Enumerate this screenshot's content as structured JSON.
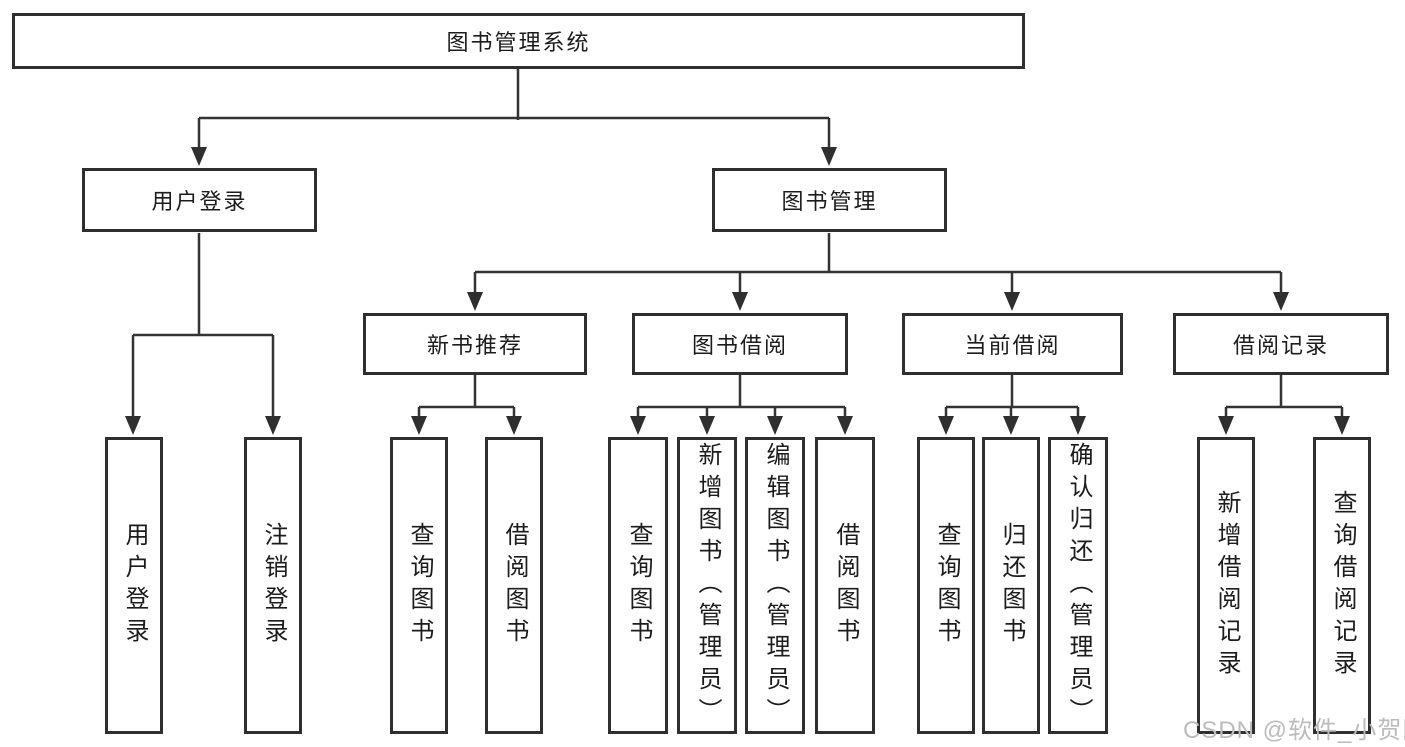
{
  "tree": {
    "label": "图书管理系统",
    "children": [
      {
        "label": "用户登录",
        "children": [
          {
            "label": "用户登录"
          },
          {
            "label": "注销登录"
          }
        ]
      },
      {
        "label": "图书管理",
        "children": [
          {
            "label": "新书推荐",
            "children": [
              {
                "label": "查询图书"
              },
              {
                "label": "借阅图书"
              }
            ]
          },
          {
            "label": "图书借阅",
            "children": [
              {
                "label": "查询图书"
              },
              {
                "label": "新增图书（管理员）"
              },
              {
                "label": "编辑图书（管理员）"
              },
              {
                "label": "借阅图书"
              }
            ]
          },
          {
            "label": "当前借阅",
            "children": [
              {
                "label": "查询图书"
              },
              {
                "label": "归还图书"
              },
              {
                "label": "确认归还（管理员）"
              }
            ]
          },
          {
            "label": "借阅记录",
            "children": [
              {
                "label": "新增借阅记录"
              },
              {
                "label": "查询借阅记录"
              }
            ]
          }
        ]
      }
    ]
  },
  "watermark": {
    "text": "CSDN @软件_小贺同学"
  },
  "colors": {
    "line": "#333333",
    "text": "#1c1c1c",
    "watermark": "#bcbcbc",
    "background": "#ffffff"
  }
}
